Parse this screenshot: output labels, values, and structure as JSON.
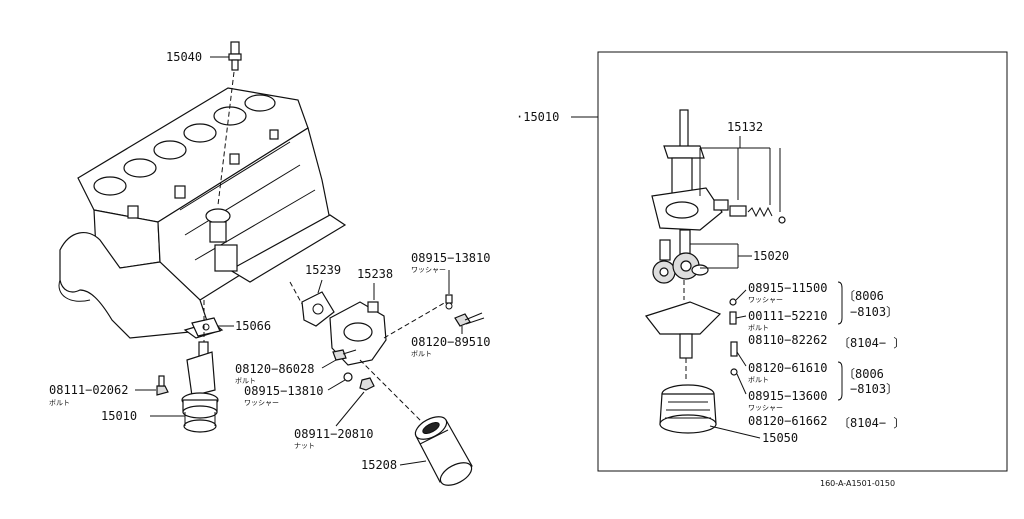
{
  "labels": {
    "p15040": "15040",
    "p15239": "15239",
    "p15238": "15238",
    "p08915_13810_top": "08915−13810",
    "jp_washer_top": "ワッシャー",
    "p15066": "15066",
    "p08120_89510": "08120−89510",
    "jp_bolt_1": "ボルト",
    "p08120_86028": "08120−86028",
    "jp_bolt_2": "ボルト",
    "p08915_13810_mid": "08915−13810",
    "jp_washer_mid": "ワッシャー",
    "p08111_02062": "08111−02062",
    "jp_bolt_3": "ボルト",
    "p15010_left": "15010",
    "p08911_20810": "08911−20810",
    "jp_nut": "ナット",
    "p15208": "15208",
    "p15010_right": "·15010",
    "p15132": "15132",
    "p15020": "15020",
    "p08915_11500": "08915−11500",
    "jp_washer_r1": "ワッシャー",
    "p00111_52210": "00111−52210",
    "jp_bolt_r1": "ボルト",
    "p08110_82262": "08110−82262",
    "date_8006_a": "〔8006",
    "date_8103_a": "−8103〕",
    "date_8104_a": "〔8104−   〕",
    "p08120_61610": "08120−61610",
    "jp_bolt_r2": "ボルト",
    "p08915_13600": "08915−13600",
    "jp_washer_r2": "ワッシャー",
    "p08120_61662": "08120−61662",
    "date_8006_b": "〔8006",
    "date_8103_b": "−8103〕",
    "date_8104_b": "〔8104−   〕",
    "p15050": "15050",
    "ref_code": "160-A-A1501-0150"
  }
}
